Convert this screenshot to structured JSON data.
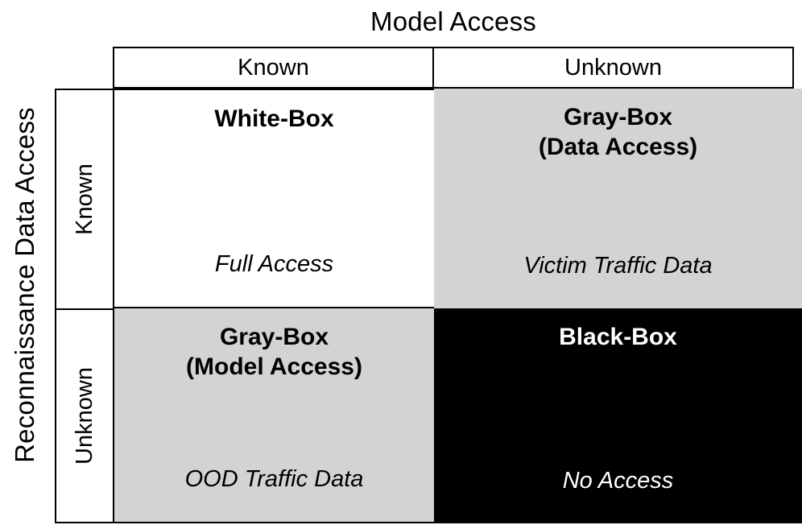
{
  "axes": {
    "column_title": "Model Access",
    "row_title": "Reconnaissance Data Access",
    "column_headers": [
      "Known",
      "Unknown"
    ],
    "row_headers": [
      "Known",
      "Unknown"
    ]
  },
  "colors": {
    "white_cell": "#FFFFFF",
    "gray_cell": "#D3D3D3",
    "black_cell": "#000000",
    "border": "#000000",
    "text_on_light": "#000000",
    "text_on_dark": "#FFFFFF"
  },
  "chart_data": {
    "type": "table",
    "title": "Model Access",
    "xlabel": "Model Access",
    "ylabel": "Reconnaissance Data Access",
    "x_categories": [
      "Known",
      "Unknown"
    ],
    "y_categories": [
      "Known",
      "Unknown"
    ],
    "cells": [
      {
        "row": "Known",
        "column": "Known",
        "title_line1": "White-Box",
        "title_line2": "",
        "subtitle": "Full Access",
        "fill": "#FFFFFF",
        "text_color": "#000000"
      },
      {
        "row": "Known",
        "column": "Unknown",
        "title_line1": "Gray-Box",
        "title_line2": "(Data Access)",
        "subtitle": "Victim Traffic Data",
        "fill": "#D3D3D3",
        "text_color": "#000000"
      },
      {
        "row": "Unknown",
        "column": "Known",
        "title_line1": "Gray-Box",
        "title_line2": "(Model Access)",
        "subtitle": "OOD Traffic Data",
        "fill": "#D3D3D3",
        "text_color": "#000000"
      },
      {
        "row": "Unknown",
        "column": "Unknown",
        "title_line1": "Black-Box",
        "title_line2": "",
        "subtitle": "No Access",
        "fill": "#000000",
        "text_color": "#FFFFFF"
      }
    ]
  }
}
